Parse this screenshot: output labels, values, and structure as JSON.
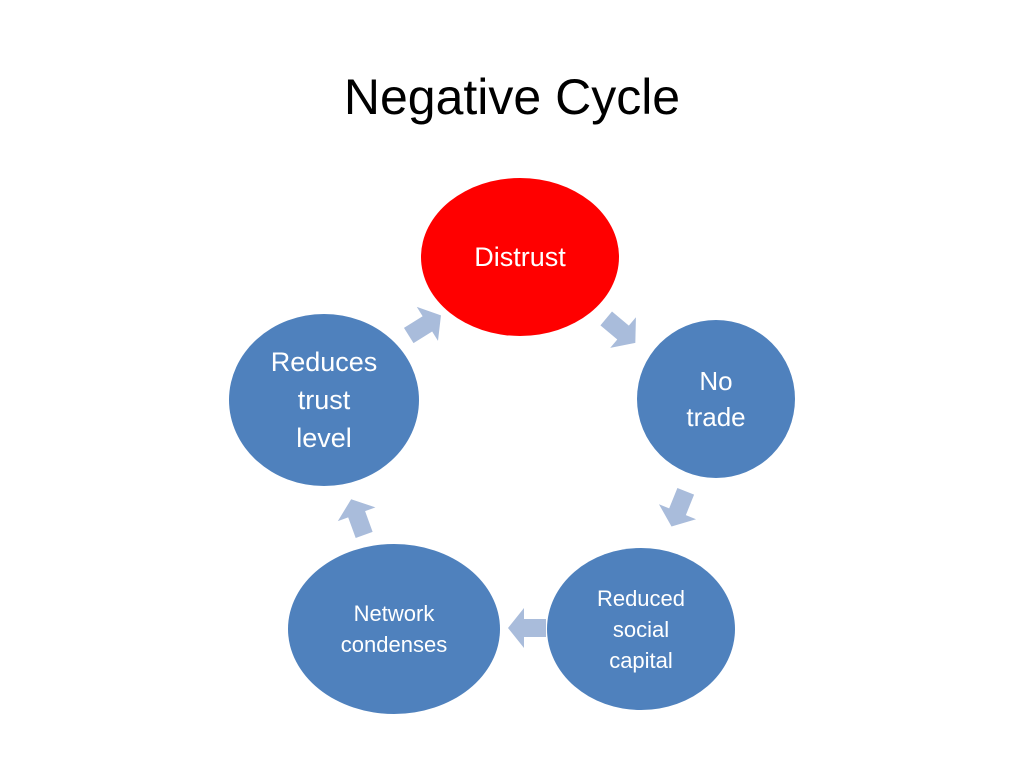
{
  "slide": {
    "title": "Negative Cycle"
  },
  "colors": {
    "highlight_node": "#ff0000",
    "node": "#4f81bd",
    "node_border": "#3a6ea5",
    "arrow": "#a9bcdb",
    "text": "#ffffff"
  },
  "cycle": {
    "nodes": [
      {
        "id": "distrust",
        "label": "Distrust"
      },
      {
        "id": "no-trade",
        "label": "No\ntrade"
      },
      {
        "id": "reduced-social-capital",
        "label": "Reduced\nsocial\ncapital"
      },
      {
        "id": "network-condenses",
        "label": "Network\ncondenses"
      },
      {
        "id": "reduces-trust-level",
        "label": "Reduces\ntrust\nlevel"
      }
    ]
  }
}
